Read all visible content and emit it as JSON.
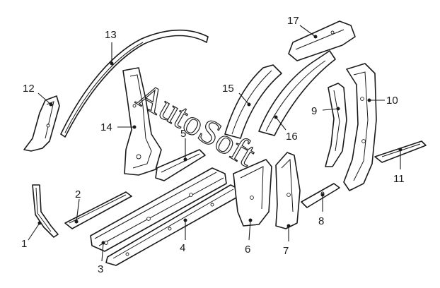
{
  "watermark": "AutoSoft",
  "callouts": [
    "1",
    "2",
    "3",
    "4",
    "5",
    "6",
    "7",
    "8",
    "9",
    "10",
    "11",
    "12",
    "13",
    "14",
    "15",
    "16",
    "17"
  ]
}
